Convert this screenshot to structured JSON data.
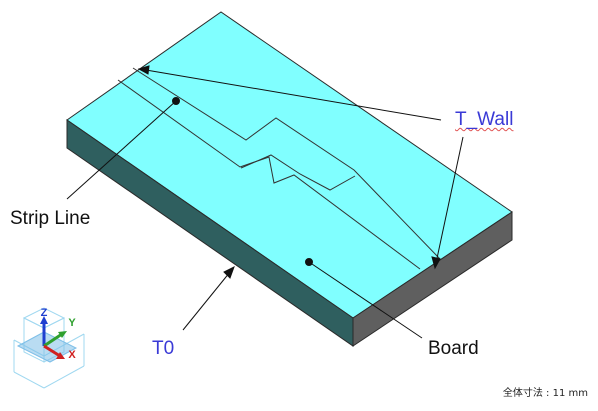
{
  "labels": {
    "strip_line": "Strip Line",
    "board": "Board",
    "t_wall": "T_Wall",
    "t0": "T0"
  },
  "axes": {
    "z": "Z",
    "y": "Y",
    "x": "X"
  },
  "dimension_note": "全体寸法 : 11 mm",
  "colors": {
    "board_top": "#80ffff",
    "board_front": "#2f5f5f",
    "board_side": "#5f5f5f",
    "label_blue": "#3a3ad6",
    "axis_z": "#1f3fd0",
    "axis_y": "#2fa02f",
    "axis_x": "#d02020"
  }
}
